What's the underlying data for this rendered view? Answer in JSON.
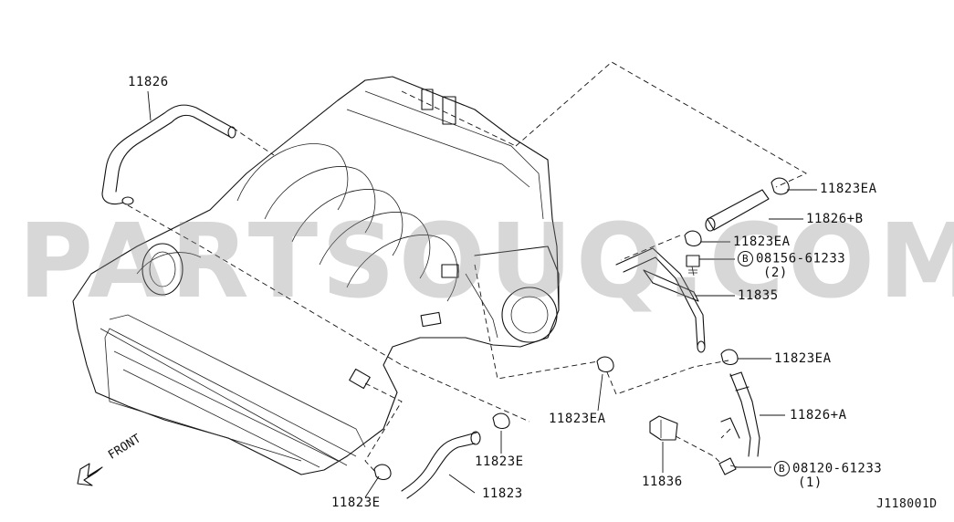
{
  "watermark": "PARTSOUQ.COM",
  "labels": {
    "p11826": "11826",
    "p11823EA_top": "11823EA",
    "p11826B": "11826+B",
    "p11823EA_mid": "11823EA",
    "bolt1_num": "08156-61233",
    "bolt1_qty": "(2)",
    "bolt1_mark": "B",
    "p11835": "11835",
    "p11823EA_right": "11823EA",
    "p11823EA_left": "11823EA",
    "p11826A": "11826+A",
    "p11823E_right": "11823E",
    "p11836": "11836",
    "bolt2_num": "08120-61233",
    "bolt2_qty": "(1)",
    "bolt2_mark": "B",
    "p11823": "11823",
    "p11823E_left": "11823E"
  },
  "front_label": "FRONT",
  "diagram_code": "J118001D"
}
